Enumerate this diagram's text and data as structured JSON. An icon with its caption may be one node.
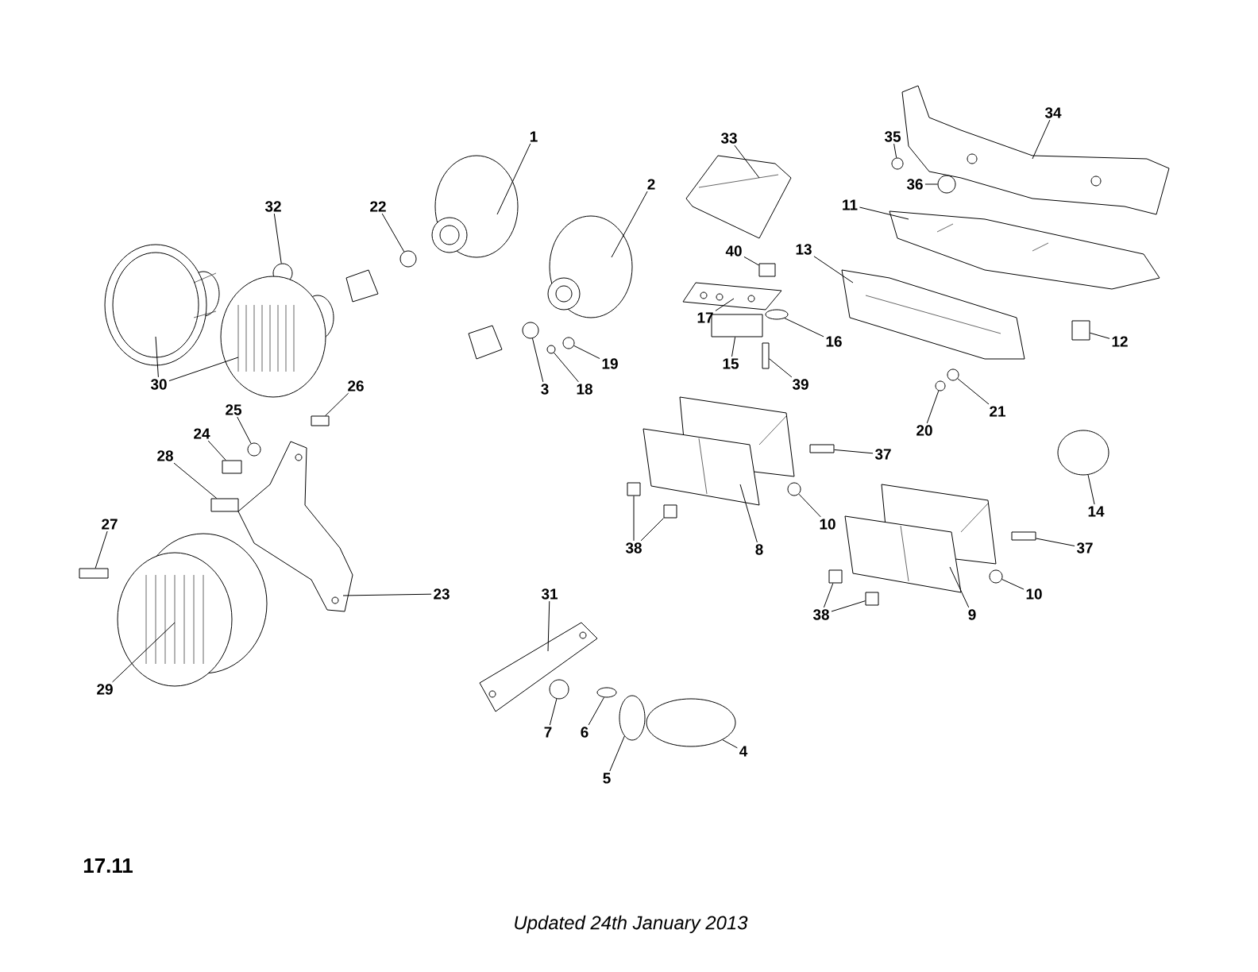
{
  "diagram": {
    "nodes": [
      {
        "text": [
          "1"
        ]
      },
      {
        "text": [
          "2"
        ]
      },
      {
        "text": [
          "33"
        ]
      },
      {
        "text": [
          "34"
        ]
      },
      {
        "text": [
          "35"
        ]
      },
      {
        "text": [
          "36"
        ]
      },
      {
        "text": [
          "11"
        ]
      },
      {
        "text": [
          "32"
        ]
      },
      {
        "text": [
          "22"
        ]
      },
      {
        "text": [
          "40"
        ]
      },
      {
        "text": [
          "13"
        ]
      },
      {
        "text": [
          "17"
        ]
      },
      {
        "text": [
          "16"
        ]
      },
      {
        "text": [
          "12"
        ]
      },
      {
        "text": [
          "15"
        ]
      },
      {
        "text": [
          "19"
        ]
      },
      {
        "text": [
          "30"
        ]
      },
      {
        "text": [
          "3"
        ]
      },
      {
        "text": [
          "18"
        ]
      },
      {
        "text": [
          "39"
        ]
      },
      {
        "text": [
          "26"
        ]
      },
      {
        "text": [
          "21"
        ]
      },
      {
        "text": [
          "25"
        ]
      },
      {
        "text": [
          "20"
        ]
      },
      {
        "text": [
          "24"
        ]
      },
      {
        "text": [
          "37"
        ]
      },
      {
        "text": [
          "28"
        ]
      },
      {
        "text": [
          "14"
        ]
      },
      {
        "text": [
          "27"
        ]
      },
      {
        "text": [
          "10"
        ]
      },
      {
        "text": [
          "38"
        ]
      },
      {
        "text": [
          "8"
        ]
      },
      {
        "text": [
          "37"
        ]
      },
      {
        "text": [
          "23"
        ]
      },
      {
        "text": [
          "31"
        ]
      },
      {
        "text": [
          "10"
        ]
      },
      {
        "text": [
          "38"
        ]
      },
      {
        "text": [
          "9"
        ]
      },
      {
        "text": [
          "29"
        ]
      },
      {
        "text": [
          "7"
        ]
      },
      {
        "text": [
          "6"
        ]
      },
      {
        "text": [
          "4"
        ]
      },
      {
        "text": [
          "5"
        ]
      },
      {
        "text": [],
        "shape": "picture"
      },
      {
        "text": [],
        "shape": "picture"
      },
      {
        "text": [],
        "shape": "picture"
      },
      {
        "text": [],
        "shape": "picture"
      },
      {
        "text": [],
        "shape": "circle"
      },
      {
        "text": [],
        "shape": "circle"
      },
      {
        "text": [],
        "shape": "picture"
      },
      {
        "text": [],
        "shape": "circle"
      },
      {
        "text": [],
        "shape": "circle"
      },
      {
        "text": [],
        "shape": "box"
      },
      {
        "text": [],
        "shape": "picture"
      },
      {
        "text": [],
        "shape": "picture"
      },
      {
        "text": [],
        "shape": "circle"
      },
      {
        "text": [],
        "shape": "box"
      },
      {
        "text": [],
        "shape": "box"
      },
      {
        "text": [],
        "shape": "circle"
      },
      {
        "text": [],
        "shape": "picture"
      },
      {
        "text": [],
        "shape": "picture"
      },
      {
        "text": [],
        "shape": "circle"
      },
      {
        "text": [],
        "shape": "circle"
      },
      {
        "text": [],
        "shape": "box"
      },
      {
        "text": [],
        "shape": "box"
      },
      {
        "text": [],
        "shape": "circle"
      },
      {
        "text": [],
        "shape": "circle"
      },
      {
        "text": [],
        "shape": "circle"
      },
      {
        "text": [],
        "shape": "box"
      },
      {
        "text": [],
        "shape": "box"
      },
      {
        "text": [],
        "shape": "box"
      },
      {
        "text": [],
        "shape": "circle"
      },
      {
        "text": [],
        "shape": "box"
      },
      {
        "text": [],
        "shape": "circle"
      },
      {
        "text": [],
        "shape": "box"
      },
      {
        "text": [],
        "shape": "box"
      },
      {
        "text": [],
        "shape": "picture"
      },
      {
        "text": [],
        "shape": "box"
      },
      {
        "text": [],
        "shape": "picture"
      },
      {
        "text": [],
        "shape": "picture"
      },
      {
        "text": [],
        "shape": "circle"
      },
      {
        "text": [],
        "shape": "box"
      },
      {
        "text": [],
        "shape": "box"
      },
      {
        "text": [],
        "shape": "picture"
      },
      {
        "text": [],
        "shape": "picture"
      },
      {
        "text": [],
        "shape": "circle"
      },
      {
        "text": [],
        "shape": "circle"
      },
      {
        "text": [],
        "shape": "circle"
      },
      {
        "text": [],
        "shape": "circle"
      }
    ],
    "edges": [
      {
        "from": 0,
        "to": 43,
        "arrow": "none"
      },
      {
        "from": 1,
        "to": 44,
        "arrow": "none"
      },
      {
        "from": 2,
        "to": 45,
        "arrow": "none"
      },
      {
        "from": 3,
        "to": 46,
        "arrow": "none"
      },
      {
        "from": 4,
        "to": 47,
        "arrow": "none"
      },
      {
        "from": 5,
        "to": 48,
        "arrow": "none"
      },
      {
        "from": 6,
        "to": 49,
        "arrow": "none"
      },
      {
        "from": 7,
        "to": 50,
        "arrow": "none"
      },
      {
        "from": 8,
        "to": 51,
        "arrow": "none"
      },
      {
        "from": 9,
        "to": 52,
        "arrow": "none"
      },
      {
        "from": 10,
        "to": 53,
        "arrow": "none"
      },
      {
        "from": 11,
        "to": 54,
        "arrow": "none"
      },
      {
        "from": 12,
        "to": 55,
        "arrow": "none"
      },
      {
        "from": 13,
        "to": 56,
        "arrow": "none"
      },
      {
        "from": 14,
        "to": 57,
        "arrow": "none"
      },
      {
        "from": 15,
        "to": 58,
        "arrow": "none"
      },
      {
        "from": 16,
        "to": 59,
        "arrow": "none"
      },
      {
        "from": 16,
        "to": 60,
        "arrow": "none"
      },
      {
        "from": 17,
        "to": 61,
        "arrow": "none"
      },
      {
        "from": 18,
        "to": 62,
        "arrow": "none"
      },
      {
        "from": 19,
        "to": 63,
        "arrow": "none"
      },
      {
        "from": 20,
        "to": 64,
        "arrow": "none"
      },
      {
        "from": 21,
        "to": 65,
        "arrow": "none"
      },
      {
        "from": 22,
        "to": 66,
        "arrow": "none"
      },
      {
        "from": 23,
        "to": 67,
        "arrow": "none"
      },
      {
        "from": 24,
        "to": 68,
        "arrow": "none"
      },
      {
        "from": 25,
        "to": 69,
        "arrow": "none"
      },
      {
        "from": 26,
        "to": 70,
        "arrow": "none"
      },
      {
        "from": 27,
        "to": 71,
        "arrow": "none"
      },
      {
        "from": 28,
        "to": 72,
        "arrow": "none"
      },
      {
        "from": 29,
        "to": 73,
        "arrow": "none"
      },
      {
        "from": 30,
        "to": 74,
        "arrow": "none"
      },
      {
        "from": 30,
        "to": 75,
        "arrow": "none"
      },
      {
        "from": 31,
        "to": 76,
        "arrow": "none"
      },
      {
        "from": 32,
        "to": 77,
        "arrow": "none"
      },
      {
        "from": 33,
        "to": 78,
        "arrow": "none"
      },
      {
        "from": 34,
        "to": 79,
        "arrow": "none"
      },
      {
        "from": 35,
        "to": 80,
        "arrow": "none"
      },
      {
        "from": 36,
        "to": 81,
        "arrow": "none"
      },
      {
        "from": 36,
        "to": 82,
        "arrow": "none"
      },
      {
        "from": 37,
        "to": 83,
        "arrow": "none"
      },
      {
        "from": 38,
        "to": 84,
        "arrow": "none"
      },
      {
        "from": 39,
        "to": 85,
        "arrow": "none"
      },
      {
        "from": 40,
        "to": 86,
        "arrow": "none"
      },
      {
        "from": 41,
        "to": 87,
        "arrow": "none"
      },
      {
        "from": 42,
        "to": 88,
        "arrow": "none"
      }
    ],
    "labels": [
      "17.11",
      "Updated 24th January 2013"
    ]
  }
}
